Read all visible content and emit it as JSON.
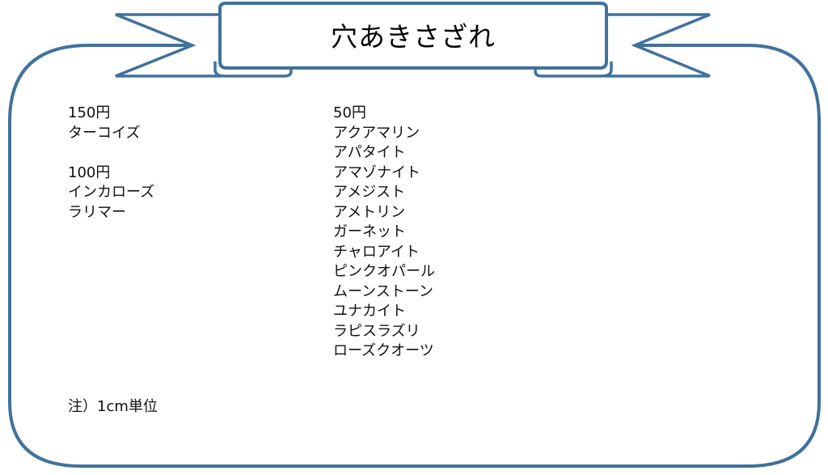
{
  "header": {
    "title": "穴あきさざれ"
  },
  "columns": {
    "left": [
      {
        "price": "150円",
        "items": [
          "ターコイズ"
        ]
      },
      {
        "price": "100円",
        "items": [
          "インカローズ",
          "ラリマー"
        ]
      }
    ],
    "right": [
      {
        "price": "50円",
        "items": [
          "アクアマリン",
          "アパタイト",
          "アマゾナイト",
          "アメジスト",
          "アメトリン",
          "ガーネット",
          "チャロアイト",
          "ピンクオパール",
          "ムーンストーン",
          "ユナカイト",
          "ラピスラズリ",
          "ローズクオーツ"
        ]
      }
    ]
  },
  "footer": {
    "note": "注）1cm単位"
  },
  "colors": {
    "frame": "#41719c",
    "ribbon_fill": "#ffffff",
    "text": "#111111"
  }
}
